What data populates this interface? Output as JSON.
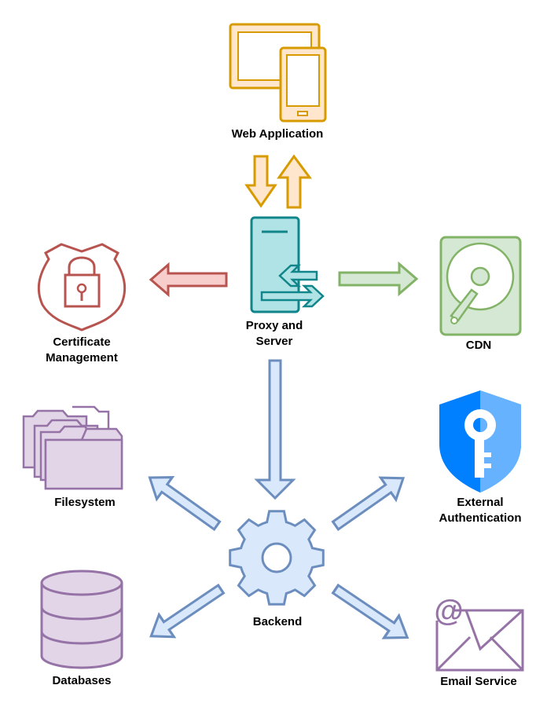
{
  "nodes": {
    "web_app": {
      "label": "Web Application",
      "icon": "devices-icon",
      "stroke": "#D79B00",
      "fill": "#FFE6CC"
    },
    "proxy": {
      "line1": "Proxy and",
      "line2": "Server",
      "icon": "server-icon",
      "stroke": "#10868A",
      "fill": "#B0E3E6"
    },
    "cert": {
      "line1": "Certificate",
      "line2": "Management",
      "icon": "shield-lock-icon",
      "stroke": "#B85450",
      "fill": "#F8CECC"
    },
    "cdn": {
      "label": "CDN",
      "icon": "hard-drive-icon",
      "stroke": "#82B366",
      "fill": "#D5E8D4"
    },
    "filesystem": {
      "label": "Filesystem",
      "icon": "folders-icon",
      "stroke": "#9673A6",
      "fill": "#E1D5E7"
    },
    "ext_auth": {
      "line1": "External",
      "line2": "Authentication",
      "icon": "shield-key-icon",
      "stroke": "#007FFF",
      "fill": "#66B2FF"
    },
    "backend": {
      "label": "Backend",
      "icon": "gear-icon",
      "stroke": "#6C8EBF",
      "fill": "#DAE8FC"
    },
    "databases": {
      "label": "Databases",
      "icon": "database-icon",
      "stroke": "#9673A6",
      "fill": "#E1D5E7"
    },
    "email": {
      "label": "Email Service",
      "icon": "envelope-at-icon",
      "stroke": "#9673A6",
      "fill": "#E1D5E7"
    }
  },
  "edges": [
    {
      "from": "Proxy and Server",
      "to": "Web Application",
      "color": "#D79B00"
    },
    {
      "from": "Web Application",
      "to": "Proxy and Server",
      "color": "#D79B00"
    },
    {
      "from": "Proxy and Server",
      "to": "Certificate Management",
      "color": "#B85450"
    },
    {
      "from": "Proxy and Server",
      "to": "CDN",
      "color": "#82B366"
    },
    {
      "from": "Proxy and Server",
      "to": "Backend",
      "color": "#6C8EBF"
    },
    {
      "from": "Backend",
      "to": "Filesystem",
      "color": "#6C8EBF"
    },
    {
      "from": "Backend",
      "to": "External Authentication",
      "color": "#6C8EBF"
    },
    {
      "from": "Backend",
      "to": "Databases",
      "color": "#6C8EBF"
    },
    {
      "from": "Backend",
      "to": "Email Service",
      "color": "#6C8EBF"
    }
  ]
}
